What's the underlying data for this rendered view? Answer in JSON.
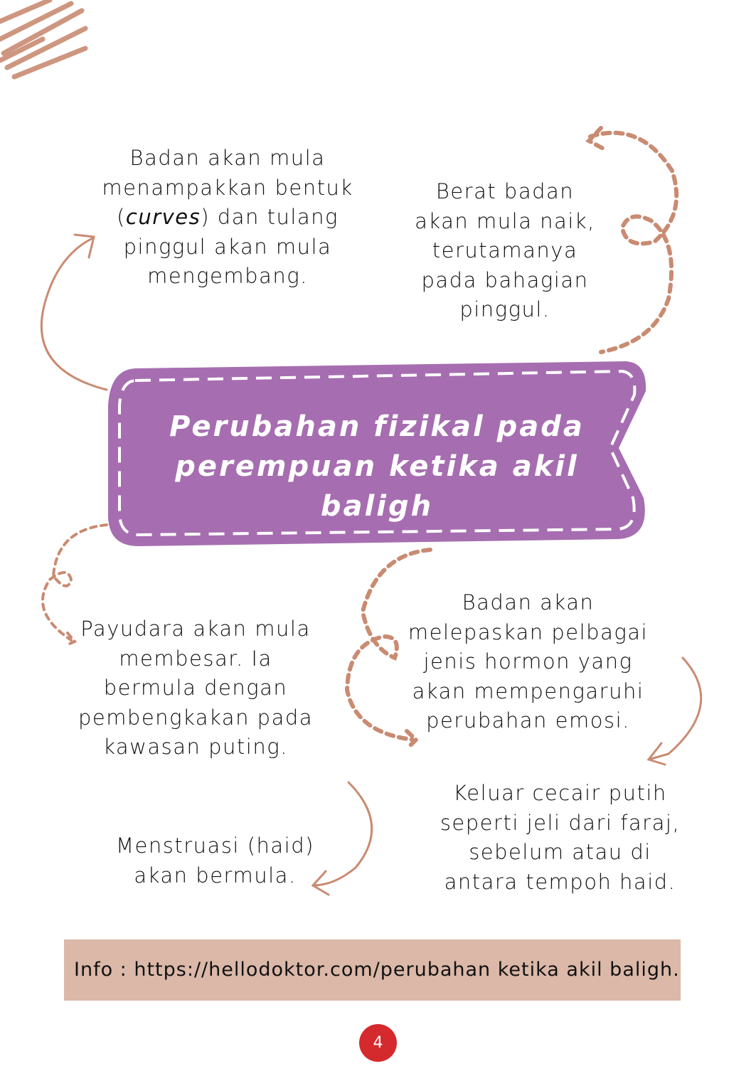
{
  "colors": {
    "banner": "#a66eb0",
    "arrow": "#c98b72",
    "info_bg": "#dbb8a8",
    "page_badge": "#d42a2d"
  },
  "banner": {
    "title": "Perubahan fizikal pada\nperempuan ketika akil baligh"
  },
  "points": {
    "curves": {
      "line1": "Badan akan mula\nmenampakkan bentuk\n(",
      "italic": "curves",
      "line2": ") dan tulang\npinggul akan mula\nmengembang."
    },
    "weight": "Berat badan\nakan mula naik,\nterutamanya\npada bahagian\npinggul.",
    "breasts": "Payudara akan mula\nmembesar. Ia\nbermula dengan\npembengkakan pada\nkawasan puting.",
    "hormones": "Badan akan\nmelepaskan pelbagai\njenis hormon yang\nakan mempengaruhi\nperubahan emosi.",
    "menstruation": "Menstruasi (haid)\nakan bermula.",
    "discharge": "Keluar cecair putih\nseperti jeli dari faraj,\nsebelum atau di\nantara tempoh haid."
  },
  "footer": {
    "info": "Info : https://hellodoktor.com/perubahan ketika akil baligh.",
    "page_number": "4"
  }
}
